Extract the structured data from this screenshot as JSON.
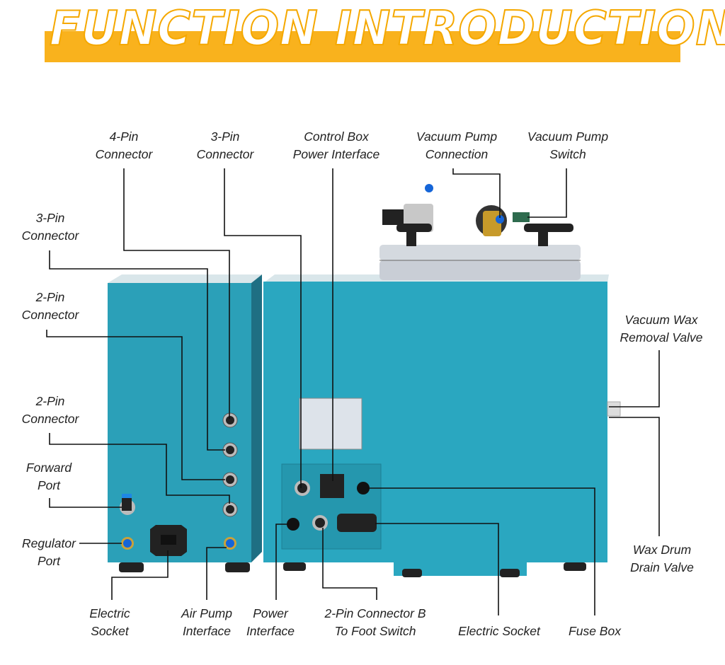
{
  "title": "FUNCTION INTRODUCTION",
  "colors": {
    "banner": "#f9b21d",
    "machine_body": "#2aa7c0",
    "lid": "#c9ced6",
    "leader_line": "#111111"
  },
  "labels": {
    "four_pin_top": {
      "line1": "4-Pin",
      "line2": "Connector"
    },
    "three_pin_top": {
      "line1": "3-Pin",
      "line2": "Connector"
    },
    "control_box_power": {
      "line1": "Control Box",
      "line2": "Power Interface"
    },
    "vacuum_pump_connection": {
      "line1": "Vacuum Pump",
      "line2": "Connection"
    },
    "vacuum_pump_switch": {
      "line1": "Vacuum Pump",
      "line2": "Switch"
    },
    "three_pin_left": {
      "line1": "3-Pin",
      "line2": "Connector"
    },
    "two_pin_left_a": {
      "line1": "2-Pin",
      "line2": "Connector"
    },
    "two_pin_left_b": {
      "line1": "2-Pin",
      "line2": "Connector"
    },
    "forward_port": {
      "line1": "Forward",
      "line2": "Port"
    },
    "regulator_port": {
      "line1": "Regulator",
      "line2": "Port"
    },
    "vacuum_wax_removal_valve": {
      "line1": "Vacuum Wax",
      "line2": "Removal Valve"
    },
    "wax_drum_drain_valve": {
      "line1": "Wax Drum",
      "line2": "Drain Valve"
    },
    "electric_socket_left": {
      "line1": "Electric",
      "line2": "Socket"
    },
    "air_pump_interface": {
      "line1": "Air Pump",
      "line2": "Interface"
    },
    "power_interface": {
      "line1": "Power",
      "line2": "Interface"
    },
    "two_pin_b_foot_switch": {
      "line1": "2-Pin Connector B",
      "line2": "To Foot Switch"
    },
    "electric_socket_right": {
      "line1": "",
      "line2": "Electric Socket"
    },
    "fuse_box": {
      "line1": "",
      "line2": "Fuse Box"
    }
  }
}
